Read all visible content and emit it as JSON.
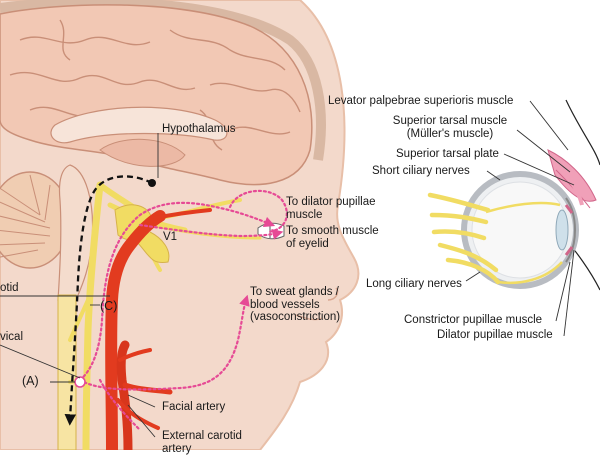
{
  "labels": {
    "hypothalamus": "Hypothalamus",
    "v1": "V1",
    "dilator_pupillae": "To dilator pupillae\nmuscle",
    "smooth_eyelid": "To smooth muscle\nof eyelid",
    "carotid": "otid",
    "cervical": "vical",
    "marker_c": "(C)",
    "marker_a": "(A)",
    "sweat_glands": "To sweat glands /\nblood vessels\n(vasoconstriction)",
    "facial_artery": "Facial artery",
    "external_carotid": "External carotid\nartery",
    "levator": "Levator palpebrae superioris muscle",
    "superior_tarsal_muscle": "Superior tarsal muscle\n(Müller's muscle)",
    "superior_tarsal_plate": "Superior tarsal plate",
    "short_ciliary": "Short ciliary nerves",
    "long_ciliary": "Long ciliary nerves",
    "constrictor_pupillae": "Constrictor pupillae muscle",
    "dilator_pupillae_muscle": "Dilator pupillae muscle"
  },
  "colors": {
    "skin": "#f3d9cb",
    "brain": "#f2c8b4",
    "nerve": "#f1dc63",
    "artery": "#e23b1f",
    "pathway": "#e64a95"
  }
}
